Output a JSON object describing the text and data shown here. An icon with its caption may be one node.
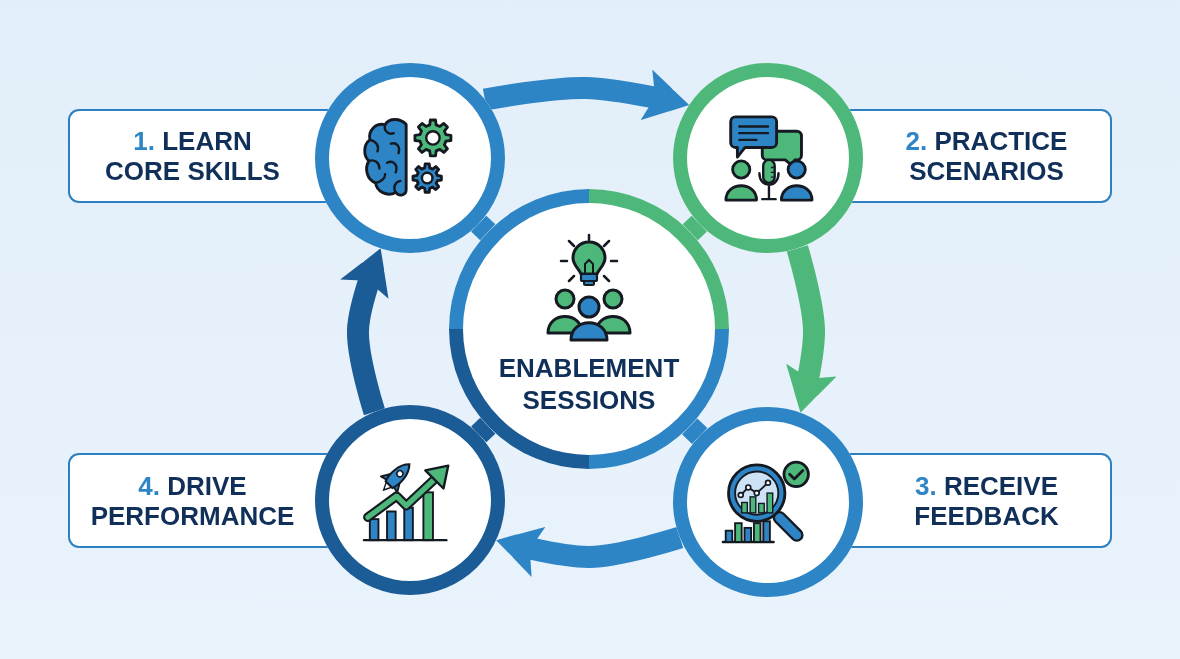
{
  "diagram": {
    "nodes": [
      {
        "text": [
          "1. LEARN CORE SKILLS"
        ]
      },
      {
        "text": [],
        "shape": "circle"
      },
      {
        "text": [],
        "shape": "circle"
      },
      {
        "text": [
          "2. PRACTICE SCENARIOS"
        ]
      },
      {
        "text": [
          "ENABLEMENT SESSIONS"
        ]
      },
      {
        "text": [
          "4. DRIVE PERFORMANCE"
        ]
      },
      {
        "text": [],
        "shape": "circle"
      },
      {
        "text": [],
        "shape": "circle"
      },
      {
        "text": [
          "3. RECEIVE FEEDBACK"
        ]
      }
    ],
    "edges": [
      {
        "from": 1,
        "to": 2,
        "arrow": "to"
      },
      {
        "from": 2,
        "to": 7,
        "arrow": "to",
        "color": "#4db879"
      },
      {
        "from": 7,
        "to": 6,
        "arrow": "to"
      },
      {
        "from": 6,
        "to": 1,
        "arrow": "to",
        "color": "#1b5b96"
      },
      {
        "from": 1,
        "to": 4,
        "arrow": "none"
      },
      {
        "from": 2,
        "to": 4,
        "arrow": "none",
        "color": "#4db879"
      },
      {
        "from": 7,
        "to": 4,
        "arrow": "none"
      },
      {
        "from": 6,
        "to": 4,
        "arrow": "none",
        "color": "#1b5b96"
      }
    ]
  }
}
